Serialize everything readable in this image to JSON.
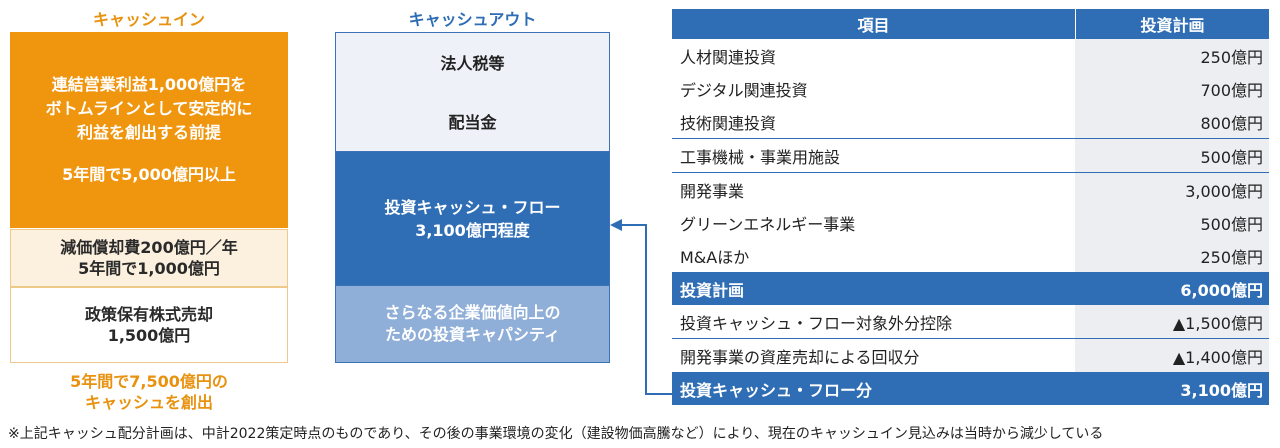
{
  "cash_in": {
    "title": "キャッシュイン",
    "main_line1": "連結営業利益1,000億円を",
    "main_line2": "ボトムラインとして安定的に",
    "main_line3": "利益を創出する前提",
    "main_line4": "5年間で5,000億円以上",
    "depreciation_line1": "減価償却費200億円／年",
    "depreciation_line2": "5年間で1,000億円",
    "sale_line1": "政策保有株式売却",
    "sale_line2": "1,500億円",
    "summary_line1": "5年間で7,500億円の",
    "summary_line2": "キャッシュを創出"
  },
  "cash_out": {
    "title": "キャッシュアウト",
    "tax": "法人税等",
    "dividend": "配当金",
    "investment_line1": "投資キャッシュ・フロー",
    "investment_line2": "3,100億円程度",
    "capacity_line1": "さらなる企業価値向上の",
    "capacity_line2": "ための投資キャパシティ"
  },
  "table": {
    "header": {
      "item": "項目",
      "plan": "投資計画"
    },
    "rows": [
      {
        "item": "人材関連投資",
        "value": "250億円"
      },
      {
        "item": "デジタル関連投資",
        "value": "700億円"
      },
      {
        "item": "技術関連投資",
        "value": "800億円"
      },
      {
        "item": "工事機械・事業用施設",
        "value": "500億円"
      },
      {
        "item": "開発事業",
        "value": "3,000億円"
      },
      {
        "item": "グリーンエネルギー事業",
        "value": "500億円"
      },
      {
        "item": "M&Aほか",
        "value": "250億円"
      },
      {
        "item": "投資計画",
        "value": "6,000億円"
      },
      {
        "item": "投資キャッシュ・フロー対象外分控除",
        "value": "▲1,500億円"
      },
      {
        "item": "開発事業の資産売却による回収分",
        "value": "▲1,400億円"
      },
      {
        "item": "投資キャッシュ・フロー分",
        "value": "3,100億円"
      }
    ]
  },
  "colors": {
    "cash_in_orange": "#EF950E",
    "cash_in_light": "#FCF1DF",
    "primary_blue": "#2F6EB5",
    "light_blue": "#8FAED8",
    "pale_blue": "#EEF2F8",
    "value_gray": "#EDEEF1"
  },
  "footnote": "※上記キャッシュ配分計画は、中計2022策定時点のものであり、その後の事業環境の変化（建設物価高騰など）により、現在のキャッシュイン見込みは当時から減少している"
}
